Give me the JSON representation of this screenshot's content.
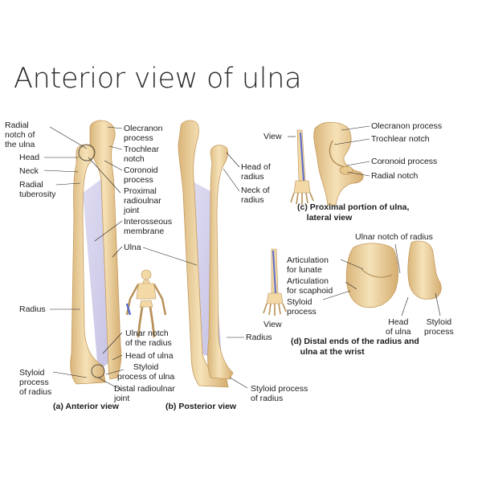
{
  "title": "Anterior view of ulna",
  "panel_a": {
    "left_labels": {
      "radial_notch": "Radial\nnotch of\nthe ulna",
      "head": "Head",
      "neck": "Neck",
      "radial_tuberosity": "Radial\ntuberosity",
      "radius": "Radius",
      "styloid_process_radius": "Styloid\nprocess\nof radius"
    },
    "right_labels": {
      "olecranon_process": "Olecranon\nprocess",
      "trochlear_notch": "Trochlear\nnotch",
      "coronoid_process": "Coronoid\nprocess",
      "proximal_radioulnar_joint": "Proximal\nradioulnar\njoint",
      "interosseous_membrane": "Interosseous\nmembrane",
      "ulna": "Ulna",
      "ulnar_notch": "Ulnar notch\nof the radius",
      "head_of_ulna": "Head of ulna",
      "styloid_process_ulna": "Styloid\nprocess of ulna",
      "distal_radioulnar_joint": "Distal radioulnar\njoint"
    },
    "caption": "(a) Anterior view"
  },
  "panel_b": {
    "labels": {
      "head_of_radius": "Head of\nradius",
      "neck_of_radius": "Neck of\nradius",
      "radius": "Radius",
      "styloid_process_radius": "Styloid process\nof radius"
    },
    "caption": "(b) Posterior view"
  },
  "panel_c": {
    "labels": {
      "view": "View",
      "olecranon_process": "Olecranon process",
      "trochlear_notch": "Trochlear notch",
      "coronoid_process": "Coronoid process",
      "radial_notch": "Radial notch"
    },
    "caption": "(c) Proximal portion of ulna,\n    lateral view"
  },
  "panel_d": {
    "labels": {
      "ulnar_notch_of_radius": "Ulnar notch of radius",
      "articulation_lunate": "Articulation\nfor lunate",
      "articulation_scaphoid": "Articulation\nfor scaphoid",
      "styloid_process": "Styloid\nprocess",
      "view": "View",
      "head_of_ulna": "Head\nof ulna",
      "styloid_process_ulna": "Styloid\nprocess"
    },
    "caption": "(d) Distal ends of the radius and\n    ulna at the wrist"
  },
  "colors": {
    "bone": "#f2d9a6",
    "bone_shadow": "#d9b57a",
    "membrane": "#c9c6e6",
    "background": "#ffffff",
    "text": "#1c1c1c"
  }
}
